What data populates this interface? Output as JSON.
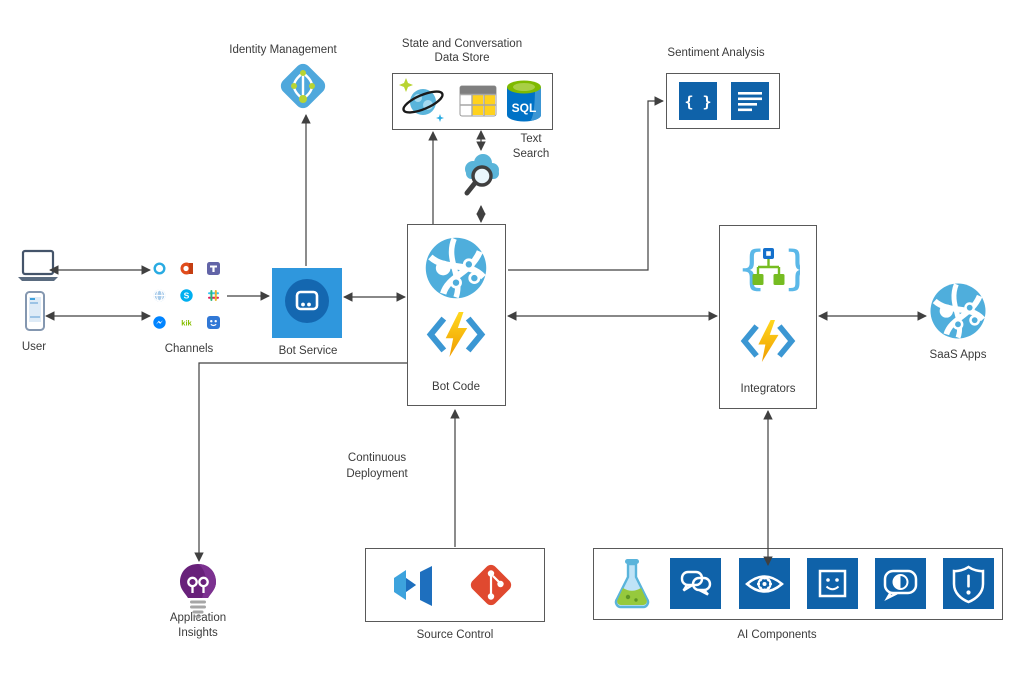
{
  "labels": {
    "user": "User",
    "channels": "Channels",
    "bot_service": "Bot Service",
    "identity_management": "Identity Management",
    "data_store_1": "State and Conversation",
    "data_store_2": "Data Store",
    "text_search_1": "Text",
    "text_search_2": "Search",
    "sentiment_analysis": "Sentiment Analysis",
    "bot_code": "Bot Code",
    "integrators": "Integrators",
    "saas_apps": "SaaS Apps",
    "application_insights_1": "Application",
    "application_insights_2": "Insights",
    "continuous_deployment_1": "Continuous",
    "continuous_deployment_2": "Deployment",
    "source_control": "Source Control",
    "ai_components": "AI Components"
  },
  "glyphs": {
    "skype_s": "S",
    "kik": "kik",
    "sql": "SQL",
    "braces": "{ }",
    "brace_open": "{",
    "brace_close": "}"
  },
  "icons": {
    "user_devices": [
      "laptop-icon",
      "smartphone-icon"
    ],
    "channels": [
      "skype-business-icon",
      "office-365-icon",
      "teams-icon",
      "web-chat-icon",
      "skype-icon",
      "slack-icon",
      "messenger-icon",
      "kik-icon",
      "bot-emulator-icon"
    ],
    "identity": "azure-active-directory-icon",
    "data_store": [
      "cosmos-db-icon",
      "table-storage-icon",
      "sql-database-icon"
    ],
    "text_search": "azure-search-icon",
    "sentiment": [
      "api-braces-icon",
      "text-analytics-icon"
    ],
    "bot_service": "bot-service-icon",
    "bot_code": [
      "app-service-globe-icon",
      "azure-functions-icon"
    ],
    "integrators": [
      "logic-apps-icon",
      "azure-functions-icon"
    ],
    "saas": "app-service-globe-icon",
    "monitoring": "application-insights-bulb-icon",
    "source_control": [
      "visual-studio-icon",
      "git-icon"
    ],
    "ai": [
      "machine-learning-flask-icon",
      "language-understanding-chat-icon",
      "computer-vision-eye-icon",
      "face-api-icon",
      "speaker-recognition-icon",
      "content-moderator-shield-icon"
    ]
  },
  "colors": {
    "arrow": "#404040",
    "box_border": "#595959",
    "azure_square_blue": "#0F62A9",
    "bot_service_blue": "#2F97DD",
    "bot_service_circle": "#1467B0",
    "light_blue": "#4FAEDC",
    "functions_chevron": "#3B97D3",
    "functions_gold": "#F7B500",
    "green": "#7FBA00",
    "insights_purple": "#68217A",
    "git_orange": "#E0492F",
    "table_yellow": "#FFD21E",
    "sql_blue": "#0072C6"
  }
}
